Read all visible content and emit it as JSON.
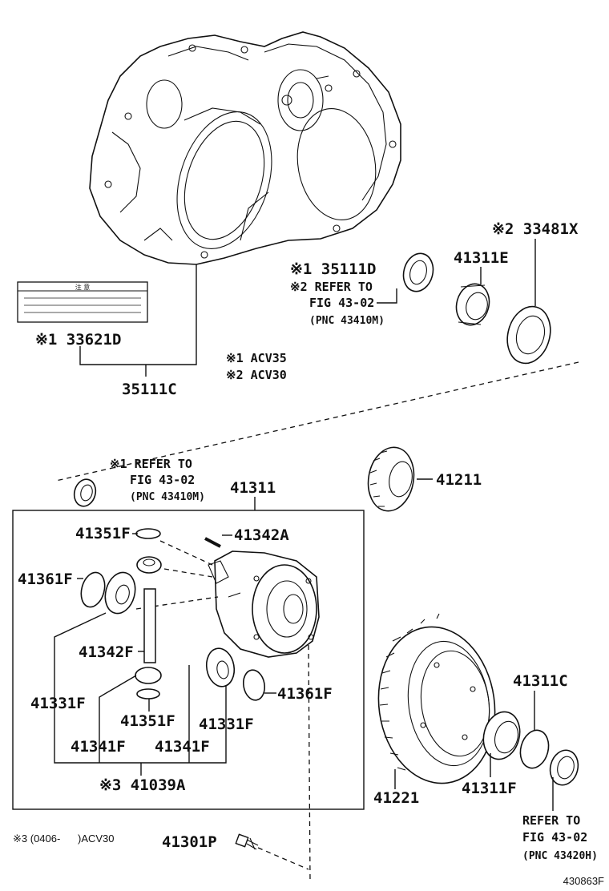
{
  "labels": {
    "p33621d": "※1 33621D",
    "p35111c": "35111C",
    "p35111d": "※1 35111D",
    "refer_2": "※2 REFER TO",
    "fig_4302_a": "FIG 43-02",
    "pnc_43410m_a": "(PNC 43410M)",
    "note1": "※1 ACV35",
    "note2": "※2 ACV30",
    "p41311e": "41311E",
    "p33481x": "※2 33481X",
    "refer_1": "※1 REFER TO",
    "fig_4302_b": "FIG 43-02",
    "pnc_43410m_b": "(PNC 43410M)",
    "p41311": "41311",
    "p41211": "41211",
    "p41351f_a": "41351F",
    "p41342a": "41342A",
    "p41361f_a": "41361F",
    "p41342f": "41342F",
    "p41331f_a": "41331F",
    "p41351f_b": "41351F",
    "p41361f_b": "41361F",
    "p41331f_b": "41331F",
    "p41341f_a": "41341F",
    "p41341f_b": "41341F",
    "p41039a": "※3 41039A",
    "note3": "※3 (0406-      )ACV30",
    "p41301p": "41301P",
    "p41311c": "41311C",
    "p41221": "41221",
    "p41311f": "41311F",
    "refer_3": "REFER TO",
    "fig_4302_c": "FIG 43-02",
    "pnc_43420h": "(PNC 43420H)",
    "figure_code": "430863F"
  },
  "caution_label_heading": "注 意"
}
